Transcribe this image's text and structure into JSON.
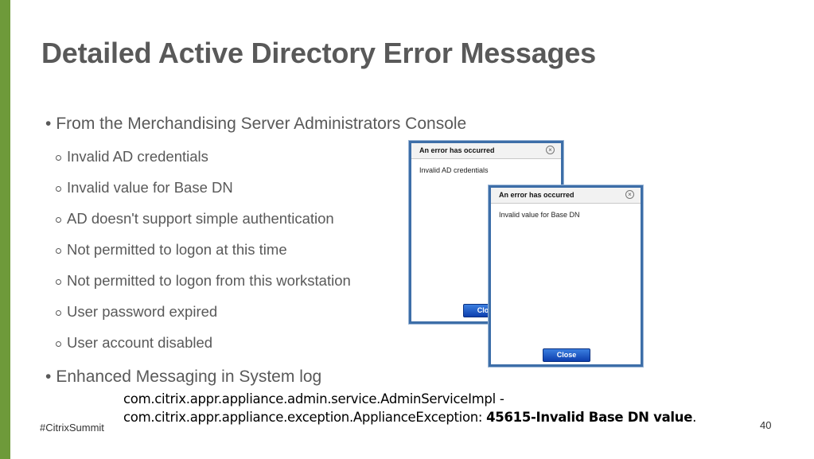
{
  "slide": {
    "title": "Detailed Active Directory Error Messages",
    "bullets": {
      "console": "From the Merchandising Server Administrators Console",
      "errors": [
        "Invalid AD credentials",
        "Invalid value for Base DN",
        "AD doesn't support simple authentication",
        "Not permitted to logon at this time",
        "Not permitted to logon from this workstation",
        "User password expired",
        "User account disabled"
      ],
      "syslog": "Enhanced Messaging in System log"
    },
    "log": {
      "line1": "com.citrix.appr.appliance.admin.service.AdminServiceImpl -",
      "line2_prefix": "com.citrix.appr.appliance.exception.ApplianceException: ",
      "line2_bold": "45615-Invalid Base DN value",
      "line2_suffix": "."
    },
    "footer": {
      "hashtag": "#CitrixSummit",
      "page_number": "40"
    },
    "colors": {
      "accent": "#6e9a3a",
      "text": "#595959",
      "dialog_border": "#3d6ea8"
    }
  },
  "dialogs": [
    {
      "title": "An error has occurred",
      "message": "Invalid AD credentials",
      "close_label": "Close"
    },
    {
      "title": "An error has occurred",
      "message": "Invalid value for Base DN",
      "close_label": "Close"
    }
  ]
}
